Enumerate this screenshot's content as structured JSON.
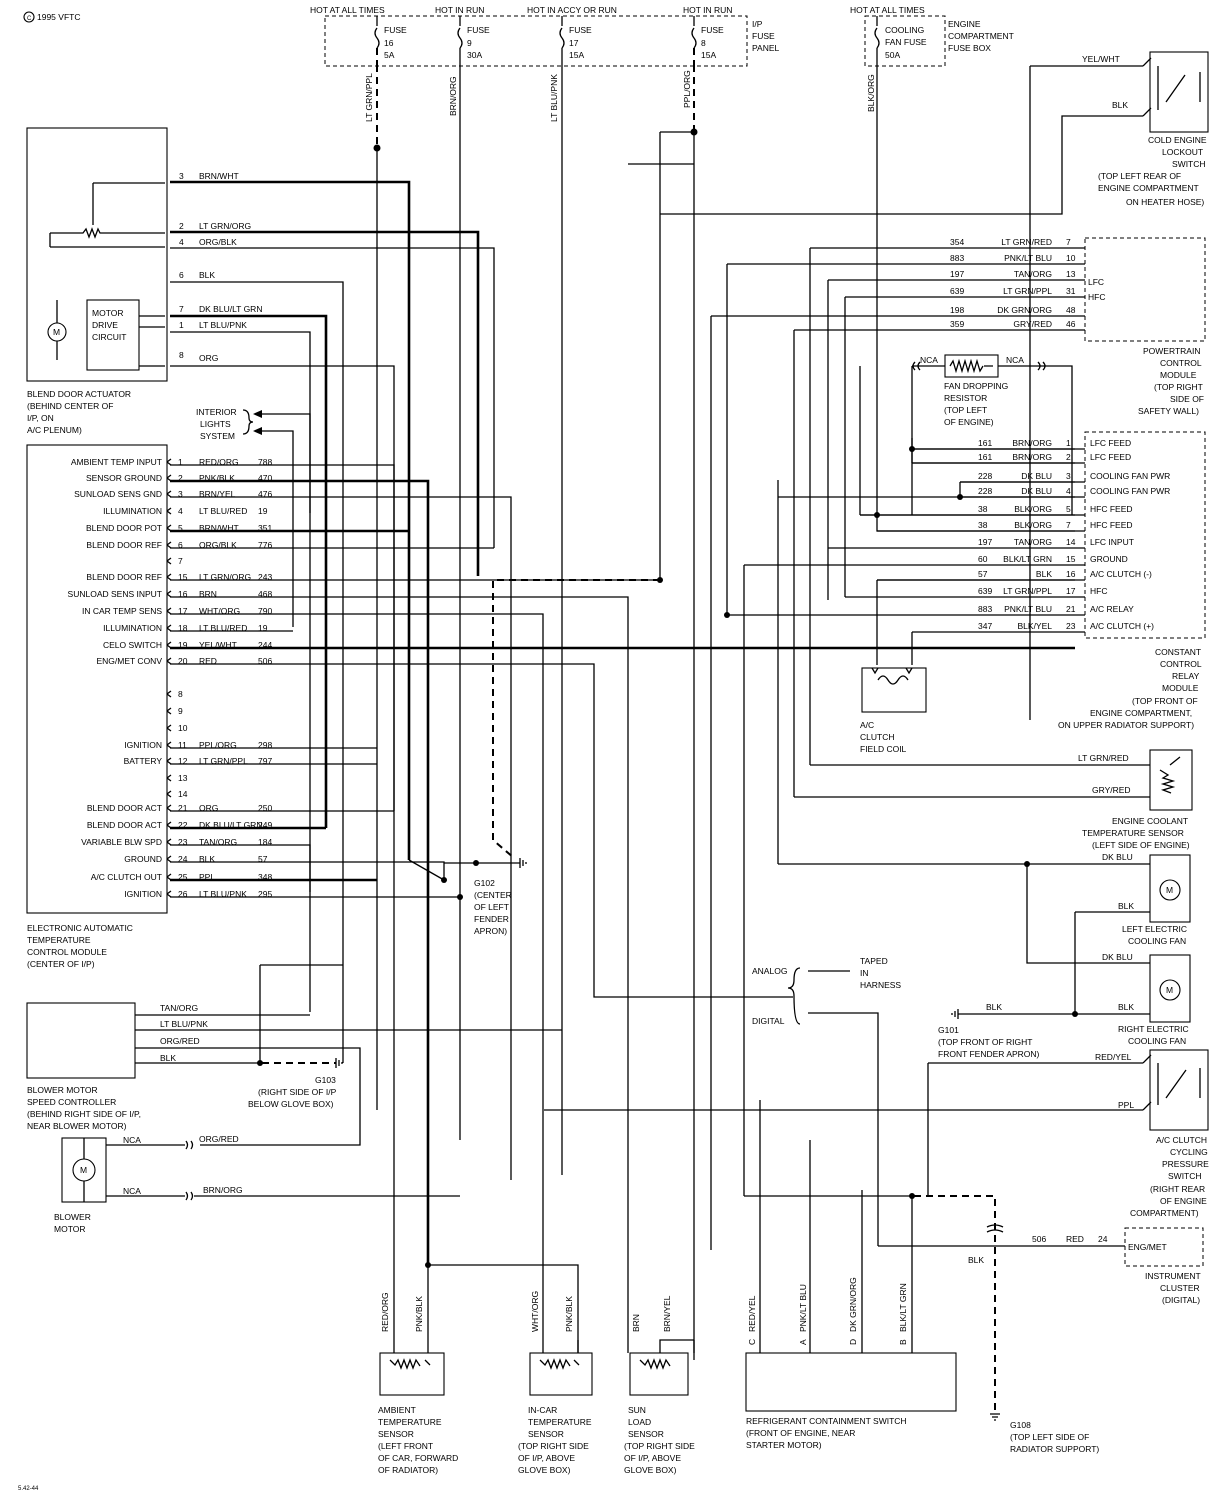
{
  "copyright": "1995 VFTC",
  "code": "5.42-44",
  "fuse_panel": {
    "label": [
      "I/P",
      "FUSE",
      "PANEL"
    ],
    "headers": [
      "HOT AT ALL TIMES",
      "HOT IN RUN",
      "HOT IN ACCY OR RUN",
      "HOT IN RUN"
    ],
    "fuses": [
      {
        "line1": "FUSE",
        "line2": "16",
        "line3": "5A",
        "wire": "LT GRN/PPL"
      },
      {
        "line1": "FUSE",
        "line2": "9",
        "line3": "30A",
        "wire": "BRN/ORG"
      },
      {
        "line1": "FUSE",
        "line2": "17",
        "line3": "15A",
        "wire": "LT BLU/PNK"
      },
      {
        "line1": "FUSE",
        "line2": "8",
        "line3": "15A",
        "wire": "PPL/ORG"
      }
    ]
  },
  "engine_fuse_box": {
    "header": "HOT AT ALL TIMES",
    "fuse": [
      "COOLING",
      "FAN FUSE",
      "50A"
    ],
    "label": [
      "ENGINE",
      "COMPARTMENT",
      "FUSE BOX"
    ],
    "wire": "BLK/ORG"
  },
  "blend_door_actuator": {
    "label": [
      "BLEND DOOR ACTUATOR",
      "(BEHIND CENTER OF",
      "I/P, ON",
      "A/C PLENUM)"
    ],
    "motor": [
      "MOTOR",
      "DRIVE",
      "CIRCUIT"
    ],
    "pins": [
      {
        "pin": "3",
        "wire": "BRN/WHT"
      },
      {
        "pin": "2",
        "wire": "LT GRN/ORG"
      },
      {
        "pin": "4",
        "wire": "ORG/BLK"
      },
      {
        "pin": "6",
        "wire": "BLK"
      },
      {
        "pin": "7",
        "wire": "DK BLU/LT GRN"
      },
      {
        "pin": "1",
        "wire": "LT BLU/PNK"
      },
      {
        "pin": "8",
        "wire": "ORG"
      }
    ]
  },
  "interior_lights": [
    "INTERIOR",
    "LIGHTS",
    "SYSTEM"
  ],
  "eatc": {
    "label": [
      "ELECTRONIC AUTOMATIC",
      "TEMPERATURE",
      "CONTROL MODULE",
      "(CENTER OF I/P)"
    ],
    "pins": [
      {
        "name": "AMBIENT TEMP INPUT",
        "pin": "1",
        "wire": "RED/ORG",
        "circuit": "788"
      },
      {
        "name": "SENSOR GROUND",
        "pin": "2",
        "wire": "PNK/BLK",
        "circuit": "470"
      },
      {
        "name": "SUNLOAD SENS GND",
        "pin": "3",
        "wire": "BRN/YEL",
        "circuit": "476"
      },
      {
        "name": "ILLUMINATION",
        "pin": "4",
        "wire": "LT BLU/RED",
        "circuit": "19"
      },
      {
        "name": "BLEND DOOR POT",
        "pin": "5",
        "wire": "BRN/WHT",
        "circuit": "351"
      },
      {
        "name": "BLEND DOOR REF",
        "pin": "6",
        "wire": "ORG/BLK",
        "circuit": "776"
      },
      {
        "name": "",
        "pin": "7",
        "wire": "",
        "circuit": ""
      },
      {
        "name": "BLEND DOOR REF",
        "pin": "15",
        "wire": "LT GRN/ORG",
        "circuit": "243"
      },
      {
        "name": "SUNLOAD SENS INPUT",
        "pin": "16",
        "wire": "BRN",
        "circuit": "468"
      },
      {
        "name": "IN CAR TEMP SENS",
        "pin": "17",
        "wire": "WHT/ORG",
        "circuit": "790"
      },
      {
        "name": "ILLUMINATION",
        "pin": "18",
        "wire": "LT BLU/RED",
        "circuit": "19"
      },
      {
        "name": "CELO SWITCH",
        "pin": "19",
        "wire": "YEL/WHT",
        "circuit": "244"
      },
      {
        "name": "ENG/MET CONV",
        "pin": "20",
        "wire": "RED",
        "circuit": "506"
      },
      {
        "name": "",
        "pin": "8",
        "wire": "",
        "circuit": ""
      },
      {
        "name": "",
        "pin": "9",
        "wire": "",
        "circuit": ""
      },
      {
        "name": "",
        "pin": "10",
        "wire": "",
        "circuit": ""
      },
      {
        "name": "IGNITION",
        "pin": "11",
        "wire": "PPL/ORG",
        "circuit": "298"
      },
      {
        "name": "BATTERY",
        "pin": "12",
        "wire": "LT GRN/PPL",
        "circuit": "797"
      },
      {
        "name": "",
        "pin": "13",
        "wire": "",
        "circuit": ""
      },
      {
        "name": "",
        "pin": "14",
        "wire": "",
        "circuit": ""
      },
      {
        "name": "BLEND DOOR ACT",
        "pin": "21",
        "wire": "ORG",
        "circuit": "250"
      },
      {
        "name": "BLEND DOOR ACT",
        "pin": "22",
        "wire": "DK BLU/LT GRN",
        "circuit": "249"
      },
      {
        "name": "VARIABLE BLW SPD",
        "pin": "23",
        "wire": "TAN/ORG",
        "circuit": "184"
      },
      {
        "name": "GROUND",
        "pin": "24",
        "wire": "BLK",
        "circuit": "57"
      },
      {
        "name": "A/C CLUTCH OUT",
        "pin": "25",
        "wire": "PPL",
        "circuit": "348"
      },
      {
        "name": "IGNITION",
        "pin": "26",
        "wire": "LT BLU/PNK",
        "circuit": "295"
      }
    ]
  },
  "g102": [
    "G102",
    "(CENTER",
    "OF LEFT",
    "FENDER",
    "APRON)"
  ],
  "blower_controller": {
    "label": [
      "BLOWER MOTOR",
      "SPEED CONTROLLER",
      "(BEHIND RIGHT SIDE OF I/P,",
      "NEAR BLOWER MOTOR)"
    ],
    "wires": [
      "TAN/ORG",
      "LT BLU/PNK",
      "ORG/RED",
      "BLK"
    ]
  },
  "g103": [
    "G103",
    "(RIGHT SIDE OF I/P",
    "BELOW GLOVE BOX)"
  ],
  "blower_motor": {
    "label": [
      "BLOWER",
      "MOTOR"
    ],
    "nca": "NCA",
    "wires": [
      "ORG/RED",
      "BRN/ORG"
    ]
  },
  "ambient_sensor": {
    "wires": [
      "RED/ORG",
      "PNK/BLK"
    ],
    "label": [
      "AMBIENT",
      "TEMPERATURE",
      "SENSOR",
      "(LEFT FRONT",
      "OF CAR, FORWARD",
      "OF RADIATOR)"
    ]
  },
  "incar_sensor": {
    "wires": [
      "WHT/ORG",
      "PNK/BLK"
    ],
    "label": [
      "IN-CAR",
      "TEMPERATURE",
      "SENSOR",
      "(TOP RIGHT SIDE",
      "OF I/P, ABOVE",
      "GLOVE BOX)"
    ]
  },
  "sun_sensor": {
    "wires": [
      "BRN",
      "BRN/YEL"
    ],
    "label": [
      "SUN",
      "LOAD",
      "SENSOR",
      "(TOP RIGHT SIDE",
      "OF I/P, ABOVE",
      "GLOVE BOX)"
    ]
  },
  "refrigerant_switch": {
    "pins": [
      {
        "pin": "C",
        "wire": "RED/YEL"
      },
      {
        "pin": "A",
        "wire": "PNK/LT BLU"
      },
      {
        "pin": "D",
        "wire": "DK GRN/ORG"
      },
      {
        "pin": "B",
        "wire": "BLK/LT GRN"
      }
    ],
    "label": [
      "REFRIGERANT CONTAINMENT SWITCH",
      "(FRONT OF ENGINE, NEAR",
      "STARTER MOTOR)"
    ]
  },
  "g108": [
    "G108",
    "(TOP LEFT SIDE OF",
    "RADIATOR SUPPORT)"
  ],
  "cold_engine_switch": {
    "wires": [
      "YEL/WHT",
      "BLK"
    ],
    "label": [
      "COLD ENGINE",
      "LOCKOUT",
      "SWITCH",
      "(TOP LEFT REAR OF",
      "ENGINE COMPARTMENT",
      "ON HEATER HOSE)"
    ]
  },
  "pcm": {
    "rows": [
      {
        "circuit": "354",
        "wire": "LT GRN/RED",
        "pin": "7"
      },
      {
        "circuit": "883",
        "wire": "PNK/LT BLU",
        "pin": "10"
      },
      {
        "circuit": "197",
        "wire": "TAN/ORG",
        "pin": "13"
      },
      {
        "circuit": "639",
        "wire": "LT GRN/PPL",
        "pin": "31"
      },
      {
        "circuit": "198",
        "wire": "DK GRN/ORG",
        "pin": "48"
      },
      {
        "circuit": "359",
        "wire": "GRY/RED",
        "pin": "46"
      }
    ],
    "inner": [
      "LFC",
      "HFC"
    ],
    "label": [
      "POWERTRAIN",
      "CONTROL",
      "MODULE",
      "(TOP RIGHT",
      "SIDE OF",
      "SAFETY WALL)"
    ]
  },
  "fan_resistor": {
    "nca": "NCA",
    "label": [
      "FAN DROPPING",
      "RESISTOR",
      "(TOP LEFT",
      "OF ENGINE)"
    ]
  },
  "ccrm": {
    "rows": [
      {
        "circuit": "161",
        "wire": "BRN/ORG",
        "pin": "1",
        "name": "LFC FEED"
      },
      {
        "circuit": "161",
        "wire": "BRN/ORG",
        "pin": "2",
        "name": "LFC FEED"
      },
      {
        "circuit": "228",
        "wire": "DK BLU",
        "pin": "3",
        "name": "COOLING FAN PWR"
      },
      {
        "circuit": "228",
        "wire": "DK BLU",
        "pin": "4",
        "name": "COOLING FAN PWR"
      },
      {
        "circuit": "38",
        "wire": "BLK/ORG",
        "pin": "5",
        "name": "HFC FEED"
      },
      {
        "circuit": "38",
        "wire": "BLK/ORG",
        "pin": "7",
        "name": "HFC FEED"
      },
      {
        "circuit": "197",
        "wire": "TAN/ORG",
        "pin": "14",
        "name": "LFC INPUT"
      },
      {
        "circuit": "60",
        "wire": "BLK/LT GRN",
        "pin": "15",
        "name": "GROUND"
      },
      {
        "circuit": "57",
        "wire": "BLK",
        "pin": "16",
        "name": "A/C CLUTCH (-)"
      },
      {
        "circuit": "639",
        "wire": "LT GRN/PPL",
        "pin": "17",
        "name": "HFC"
      },
      {
        "circuit": "883",
        "wire": "PNK/LT BLU",
        "pin": "21",
        "name": "A/C RELAY"
      },
      {
        "circuit": "347",
        "wire": "BLK/YEL",
        "pin": "23",
        "name": "A/C CLUTCH (+)"
      }
    ],
    "label": [
      "CONSTANT",
      "CONTROL",
      "RELAY",
      "MODULE",
      "(TOP FRONT OF",
      "ENGINE COMPARTMENT,",
      "ON UPPER RADIATOR SUPPORT)"
    ]
  },
  "ac_clutch": [
    "A/C",
    "CLUTCH",
    "FIELD COIL"
  ],
  "ect_sensor": {
    "wires": [
      "LT GRN/RED",
      "GRY/RED"
    ],
    "label": [
      "ENGINE COOLANT",
      "TEMPERATURE SENSOR",
      "(LEFT SIDE OF ENGINE)"
    ]
  },
  "left_fan": {
    "wires": [
      "DK BLU",
      "BLK"
    ],
    "label": [
      "LEFT ELECTRIC",
      "COOLING FAN"
    ]
  },
  "right_fan": {
    "wires": [
      "DK BLU",
      "BLK"
    ],
    "label": [
      "RIGHT ELECTRIC",
      "COOLING FAN"
    ]
  },
  "harness": {
    "analog": "ANALOG",
    "digital": "DIGITAL",
    "taped": [
      "TAPED",
      "IN",
      "HARNESS"
    ]
  },
  "g101": {
    "wire": "BLK",
    "label": [
      "G101",
      "(TOP FRONT OF RIGHT",
      "FRONT FENDER APRON)"
    ]
  },
  "ac_cycling_switch": {
    "wires": [
      "RED/YEL",
      "PPL"
    ],
    "label": [
      "A/C CLUTCH",
      "CYCLING",
      "PRESSURE",
      "SWITCH",
      "(RIGHT REAR",
      "OF ENGINE",
      "COMPARTMENT)"
    ]
  },
  "cluster": {
    "circuit": "506",
    "wire": "RED",
    "pin": "24",
    "pin_name": "ENG/MET",
    "ground_wire": "BLK",
    "label": [
      "INSTRUMENT",
      "CLUSTER",
      "(DIGITAL)"
    ]
  }
}
